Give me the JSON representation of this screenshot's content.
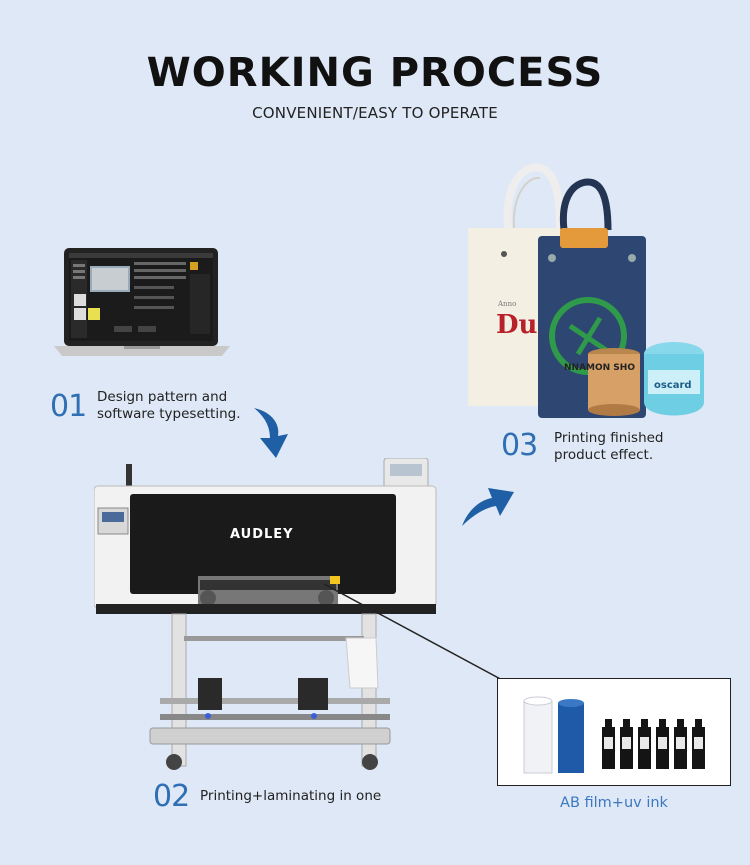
{
  "header": {
    "title": "WORKING PROCESS",
    "subtitle": "CONVENIENT/EASY TO OPERATE"
  },
  "steps": [
    {
      "number": "01",
      "line1": "Design pattern and",
      "line2": "software typesetting."
    },
    {
      "number": "02",
      "line1": "Printing+laminating in one",
      "line2": ""
    },
    {
      "number": "03",
      "line1": "Printing finished",
      "line2": "product effect."
    }
  ],
  "printer": {
    "brand": "AUDLEY"
  },
  "consumables": {
    "caption": "AB film+uv ink"
  },
  "colors": {
    "background": "#dfe8f6",
    "accent": "#2f6fb4",
    "arrow": "#1f5fa5"
  }
}
